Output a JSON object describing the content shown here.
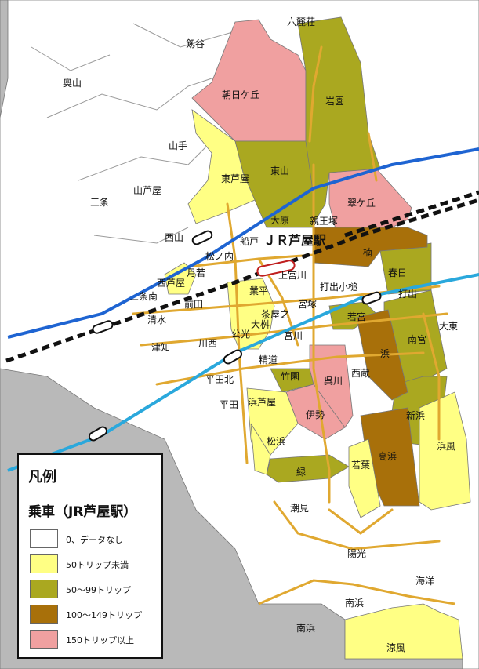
{
  "colors": {
    "background_land": "#ffffff",
    "outside_area": "#b9b9b9",
    "cat_none": "#ffffff",
    "cat_under50": "#ffff84",
    "cat_50_99": "#aaa820",
    "cat_100_149": "#a8700a",
    "cat_150plus": "#f0a0a0",
    "road": "#e0a830",
    "jr_line": "#1e64d2",
    "hankyu_line": "#2aa8dc",
    "hanshin_line": "#2aa8dc",
    "rail_dash": "#111111"
  },
  "station": {
    "name": "ＪＲ芦屋駅"
  },
  "legend": {
    "title": "凡例",
    "subtitle": "乗車（JR芦屋駅）",
    "items": [
      {
        "label": "0、データなし",
        "color": "#ffffff"
      },
      {
        "label": "50トリップ未満",
        "color": "#ffff84"
      },
      {
        "label": "50～99トリップ",
        "color": "#aaa820"
      },
      {
        "label": "100～149トリップ",
        "color": "#a8700a"
      },
      {
        "label": "150トリップ以上",
        "color": "#f0a0a0"
      }
    ]
  },
  "places": {
    "rokkaiso": "六麓荘",
    "kamaya": "剱谷",
    "okuyama": "奥山",
    "asahigaoka": "朝日ケ丘",
    "iwazono": "岩園",
    "yamate": "山手",
    "higashiyama": "東山",
    "higashiashiya": "東芦屋",
    "yamaashiya": "山芦屋",
    "sanjo": "三条",
    "suigaoka": "翠ケ丘",
    "ohara": "大原",
    "shinnozuka": "親王塚",
    "kusu": "楠",
    "nishiyama": "西山",
    "funado": "船戸",
    "matsunouchi": "松ノ内",
    "tsukiwaka": "月若",
    "nishiashiya": "西芦屋",
    "kaminomiyagawa": "上宮川",
    "kasuga": "春日",
    "uchidekozuchi": "打出小槌",
    "sanjominami": "三条南",
    "maeda": "前田",
    "narihira": "業平",
    "uchide": "打出",
    "shimizu": "清水",
    "chayanouchi": "茶屋之",
    "miyatsuka": "宮塚",
    "wakamiya": "若宮",
    "ohmasu": "大桝",
    "tsuchi": "津知",
    "kawanishi": "川西",
    "koko": "公光",
    "miyagawa": "宮川",
    "hama": "浜",
    "minamimiya": "南宮",
    "daito": "大東",
    "seido": "精道",
    "hiratakita": "平田北",
    "takezono": "竹園",
    "kuregawa": "呉川",
    "nishikura": "西蔵",
    "hirata": "平田",
    "hamaashiya": "浜芦屋",
    "ise": "伊勢",
    "shinhama": "新浜",
    "matsuhama": "松浜",
    "wakaba": "若葉",
    "takahama": "高浜",
    "hamakaze": "浜風",
    "midori": "緑",
    "shiomi": "潮見",
    "yoko": "陽光",
    "kaiyo": "海洋",
    "nanko": "南浜",
    "minamihama": "南浜",
    "suzukaze": "涼風"
  }
}
